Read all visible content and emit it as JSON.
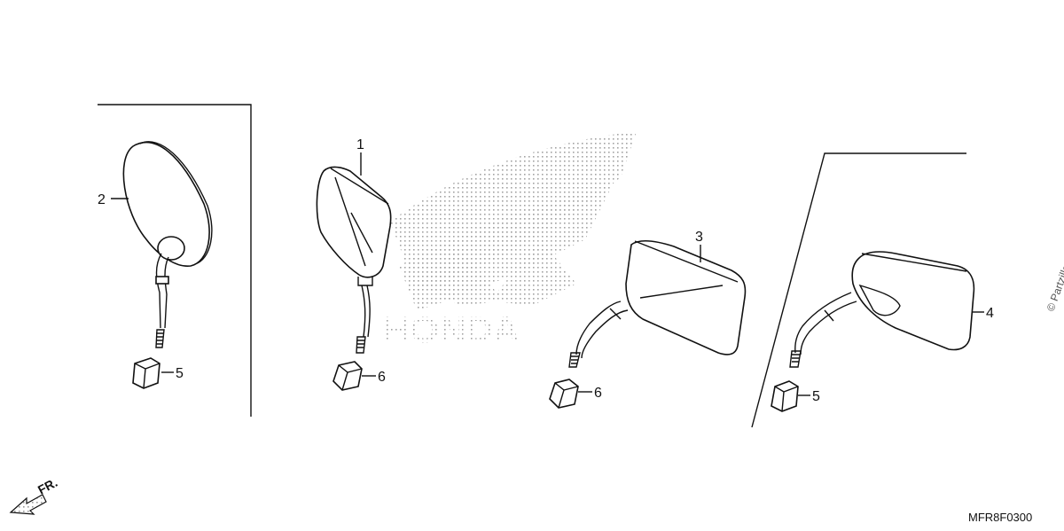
{
  "callouts": {
    "p1": "1",
    "p2": "2",
    "p3": "3",
    "p4": "4",
    "p5a": "5",
    "p5b": "5",
    "p6a": "6",
    "p6b": "6"
  },
  "watermark_brand": "HONDA",
  "front_indicator": "FR.",
  "diagram_code": "MFR8F0300",
  "copyright_watermark": "© Partzilla"
}
